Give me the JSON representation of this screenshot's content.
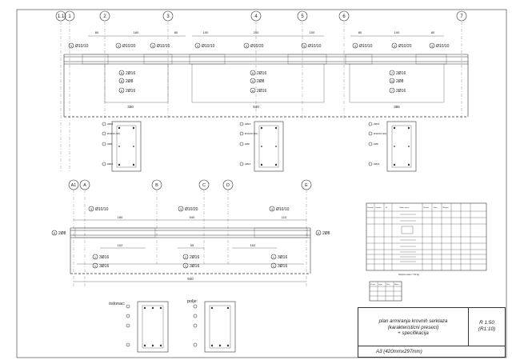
{
  "axes_top": [
    "1.1",
    "1",
    "2",
    "3",
    "4",
    "5",
    "6",
    "7"
  ],
  "axes_bottom": [
    "A1",
    "A",
    "B",
    "C",
    "D",
    "E"
  ],
  "beam1": {
    "dims_top": [
      "80",
      "160",
      "80",
      "100",
      "200",
      "100",
      "80",
      "190",
      "80"
    ],
    "stirrups": [
      {
        "no": "3",
        "text": "Ø10/10"
      },
      {
        "no": "3",
        "text": "Ø10/20"
      },
      {
        "no": "3",
        "text": "Ø10/10"
      },
      {
        "no": "3",
        "text": "Ø10/10"
      },
      {
        "no": "3",
        "text": "Ø10/20"
      },
      {
        "no": "3",
        "text": "Ø10/10"
      },
      {
        "no": "3",
        "text": "Ø10/10"
      },
      {
        "no": "3",
        "text": "Ø10/20"
      },
      {
        "no": "3",
        "text": "Ø10/10"
      }
    ],
    "span1_bars": [
      {
        "no": "5",
        "text": "2Ø16"
      },
      {
        "no": "8",
        "text": "2Ø8"
      },
      {
        "no": "5",
        "text": "2Ø16"
      }
    ],
    "span2_bars": [
      {
        "no": "6",
        "text": "2Ø16"
      },
      {
        "no": "9",
        "text": "2Ø8"
      },
      {
        "no": "6",
        "text": "2Ø16"
      }
    ],
    "span3_bars": [
      {
        "no": "7",
        "text": "2Ø16"
      },
      {
        "no": "10",
        "text": "2Ø8"
      },
      {
        "no": "7",
        "text": "2Ø16"
      }
    ],
    "span_lengths": [
      "330",
      "540",
      "385"
    ]
  },
  "sections_top_labels": [
    "2Ø16",
    "Ø10/10 (20)",
    "2Ø8",
    "2Ø16"
  ],
  "beam2": {
    "dims_top": [
      "180",
      "540",
      "110"
    ],
    "stirrups": [
      {
        "no": "3",
        "text": "Ø10/10"
      },
      {
        "no": "3",
        "text": "Ø10/20"
      },
      {
        "no": "3",
        "text": "Ø10/10"
      }
    ],
    "end_bars": [
      {
        "no": "5",
        "text": "2Ø8"
      },
      {
        "no": "5",
        "text": "2Ø8"
      }
    ],
    "inner_dims": [
      "102",
      "55",
      "102"
    ],
    "bars_left": [
      {
        "no": "1",
        "text": "3Ø16"
      },
      {
        "no": "1",
        "text": "3Ø16"
      }
    ],
    "bars_mid": [
      {
        "no": "2",
        "text": "2Ø16"
      },
      {
        "no": "1",
        "text": "3Ø16"
      }
    ],
    "bars_right": [
      {
        "no": "1",
        "text": "3Ø16"
      },
      {
        "no": "1",
        "text": "3Ø16"
      }
    ],
    "total_length": "940"
  },
  "section_support_label": "oslonac:",
  "section_span_label": "polje:",
  "spec_table": {
    "headers": [
      "Pozicija",
      "Oznaka",
      "Ø",
      "Oblik i mjere",
      "Duzina",
      "Kom",
      "Ukupno"
    ],
    "footer": "Ukupna masa = 712 kg"
  },
  "small_table": {
    "headers": [
      "Ø mm",
      "kg/m",
      "Duz.",
      "Masa"
    ]
  },
  "title_block": {
    "line1": "plan armiranja krovnih serklaza",
    "line2": "(karakteristicni preseci)",
    "line3": "+ specifikacija",
    "scale1": "R 1:50",
    "scale2": "(R1:10)",
    "format": "A3 (420mmx297mm)"
  },
  "colors": {
    "line": "#333333",
    "paper": "#ffffff"
  }
}
